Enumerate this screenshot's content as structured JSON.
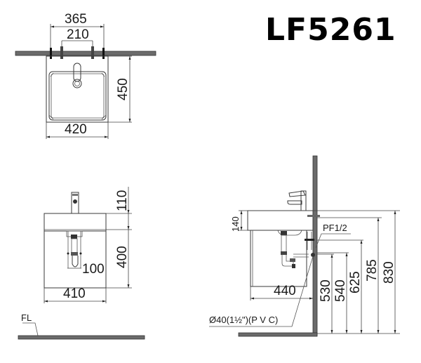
{
  "title": "LF5261",
  "top_view": {
    "dims": {
      "overall_mount_width": "365",
      "faucet_hole_spacing": "210",
      "depth": "450",
      "width": "420"
    }
  },
  "front_view": {
    "dims": {
      "faucet_height": "110",
      "cabinet_height": "400",
      "trap_width": "100",
      "width": "410"
    },
    "floor_label": "FL"
  },
  "side_view": {
    "dims": {
      "basin_thickness": "140",
      "projection": "440",
      "h530": "530",
      "h540": "540",
      "h625": "625",
      "h785": "785",
      "h830": "830"
    },
    "labels": {
      "supply_thread": "PF1/2",
      "drain_pipe": "Ø40(1½\")(P V C)"
    }
  },
  "colors": {
    "line": "#3a3a3a",
    "wall_fill": "#6b6b6b",
    "background": "#ffffff"
  }
}
